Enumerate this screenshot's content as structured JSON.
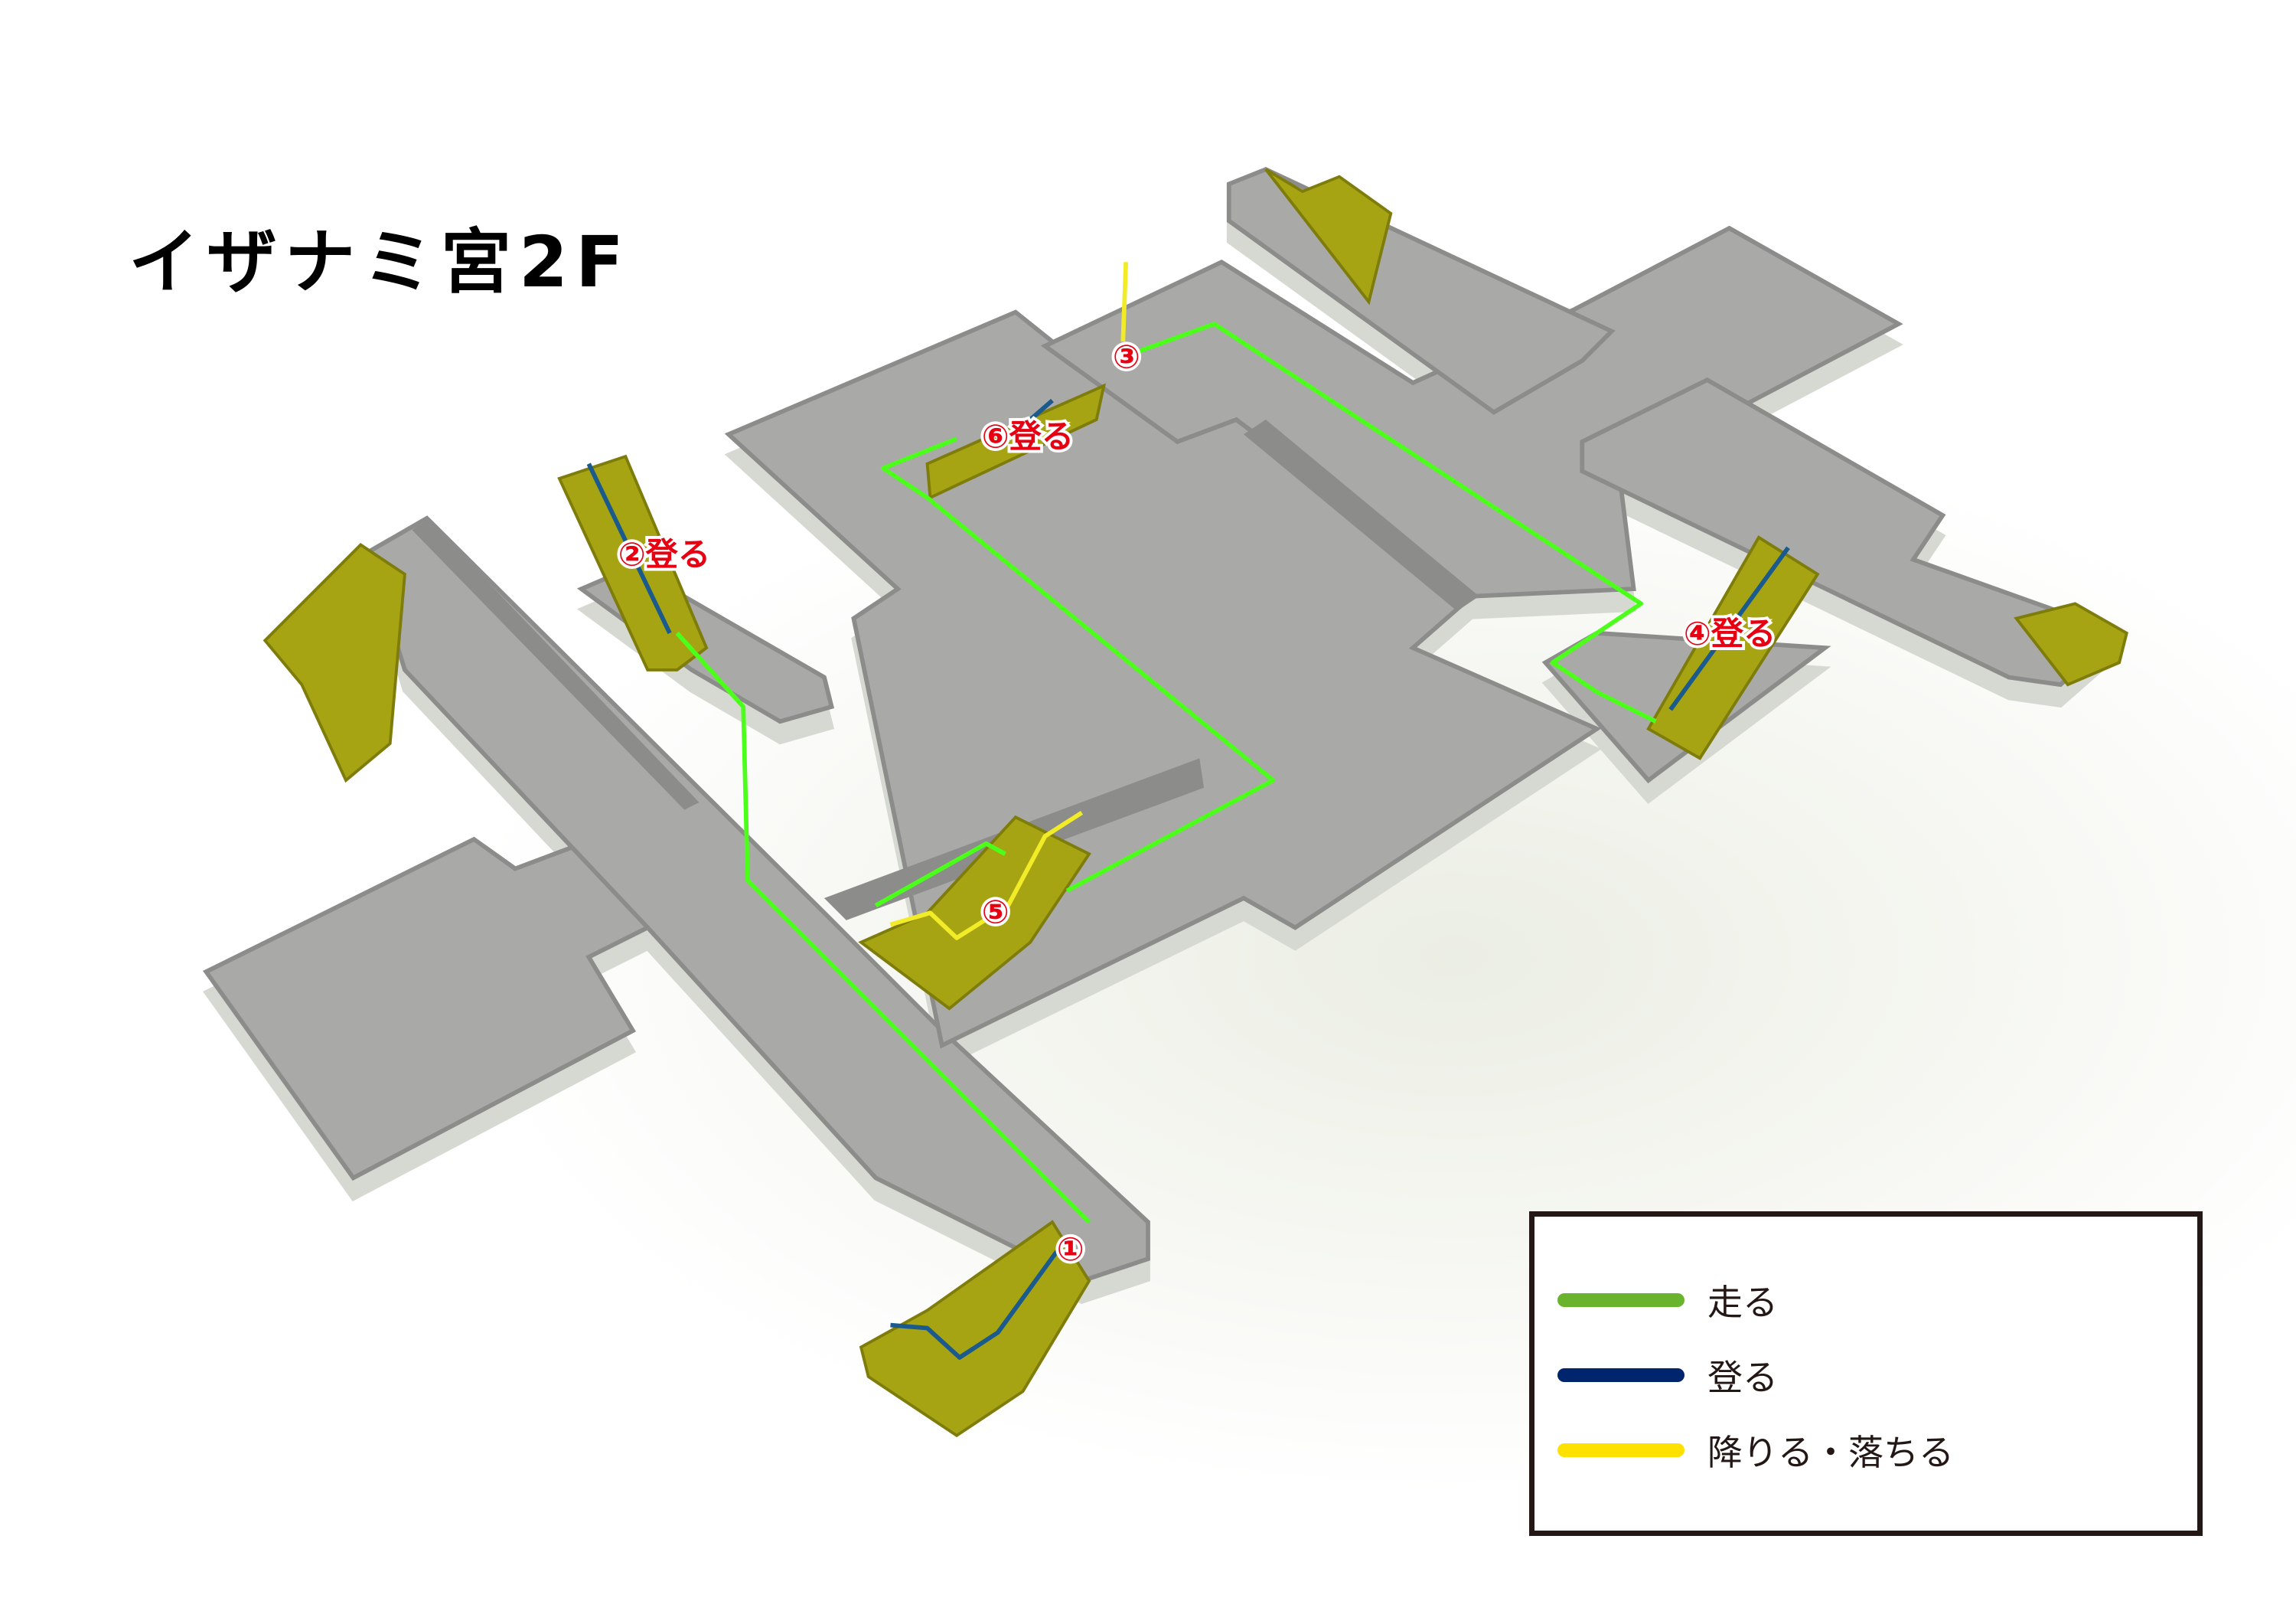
{
  "title": "イザナミ宮2F",
  "markers": {
    "m1": "①",
    "m2": "②登る",
    "m3": "③",
    "m4": "④登る",
    "m5": "⑤",
    "m6": "⑥登る"
  },
  "legend": [
    {
      "label": "走る",
      "color": "#6ab42d"
    },
    {
      "label": "登る",
      "color": "#00256c"
    },
    {
      "label": "降りる・落ちる",
      "color": "#ffe100"
    }
  ],
  "colors": {
    "floor": "#a9a9a7",
    "wall": "#8c8c8a",
    "ramp": "#a6a413",
    "route_run": "#4cff1a",
    "route_climb": "#1a5a8c",
    "route_fall": "#f2ec28",
    "marker": "#e60012"
  }
}
